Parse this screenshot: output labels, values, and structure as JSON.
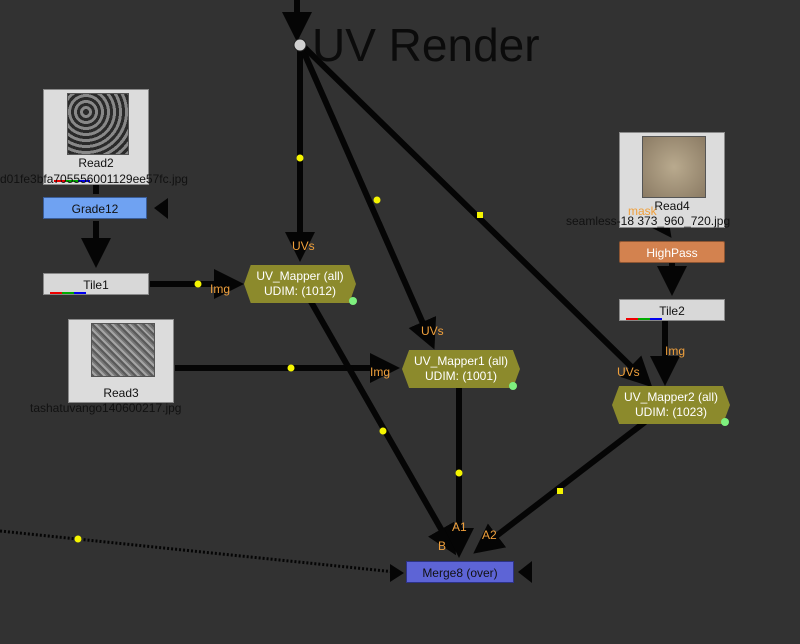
{
  "backdrop": {
    "title": "UV Render"
  },
  "nodes": {
    "read2": {
      "name": "Read2",
      "file": "d01fe3bfa705556001129ee57fc.jpg"
    },
    "grade12": {
      "name": "Grade12"
    },
    "tile1": {
      "name": "Tile1"
    },
    "read3": {
      "name": "Read3",
      "file": "tashatuvango140600217.jpg"
    },
    "read4": {
      "name": "Read4",
      "file": "seamless-18 373_960_720.jpg",
      "overlay": "mask"
    },
    "highpass": {
      "name": "HighPass"
    },
    "tile2": {
      "name": "Tile2"
    },
    "uv_mapper": {
      "line1": "UV_Mapper (all)",
      "line2": "UDIM: (1012)"
    },
    "uv_mapper1": {
      "line1": "UV_Mapper1 (all)",
      "line2": "UDIM: (1001)"
    },
    "uv_mapper2": {
      "line1": "UV_Mapper2 (all)",
      "line2": "UDIM: (1023)"
    },
    "merge8": {
      "name": "Merge8 (over)"
    }
  },
  "pins": {
    "uvs": "UVs",
    "img": "Img",
    "a1": "A1",
    "a2": "A2",
    "b": "B"
  },
  "colors": {
    "background": "#323232",
    "grade": "#6fa2f2",
    "highpass": "#d3824f",
    "mapper": "#8c8a2c",
    "merge": "#5d64d6",
    "pin_label": "#f0a03c",
    "edge_dot": "#f5f500"
  }
}
